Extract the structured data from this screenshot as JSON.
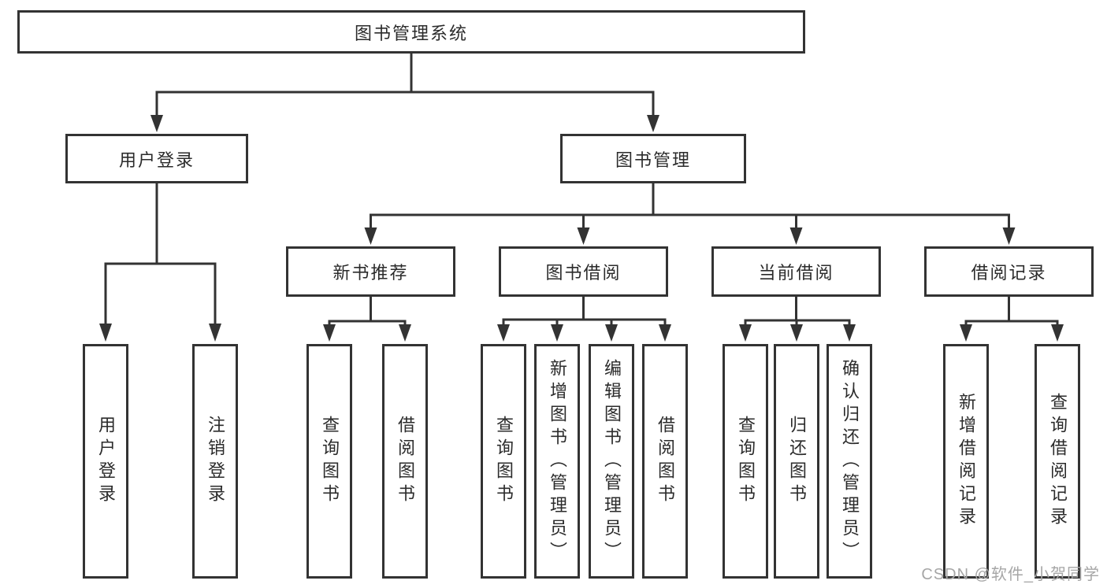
{
  "tree": {
    "label": "图书管理系统",
    "children": [
      {
        "label": "用户登录",
        "children": [
          {
            "label": "用户登录"
          },
          {
            "label": "注销登录"
          }
        ]
      },
      {
        "label": "图书管理",
        "children": [
          {
            "label": "新书推荐",
            "children": [
              {
                "label": "查询图书"
              },
              {
                "label": "借阅图书"
              }
            ]
          },
          {
            "label": "图书借阅",
            "children": [
              {
                "label": "查询图书"
              },
              {
                "label": "新增图书（管理员）"
              },
              {
                "label": "编辑图书（管理员）"
              },
              {
                "label": "借阅图书"
              }
            ]
          },
          {
            "label": "当前借阅",
            "children": [
              {
                "label": "查询图书"
              },
              {
                "label": "归还图书"
              },
              {
                "label": "确认归还（管理员）"
              }
            ]
          },
          {
            "label": "借阅记录",
            "children": [
              {
                "label": "新增借阅记录"
              },
              {
                "label": "查询借阅记录"
              }
            ]
          }
        ]
      }
    ]
  },
  "watermark": "CSDN @软件_小贺同学",
  "colors": {
    "line": "#333333",
    "text": "#2b2b2b",
    "watermark": "#a6a6a6",
    "background": "#ffffff"
  }
}
